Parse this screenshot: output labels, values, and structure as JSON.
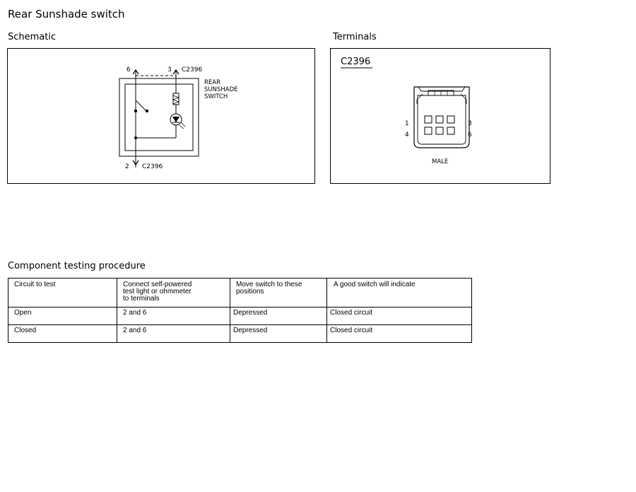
{
  "page": {
    "title": "Rear Sunshade switch"
  },
  "schematic": {
    "title": "Schematic",
    "pin_top_left": "6",
    "pin_top_right": "3",
    "connector_top": "C2396",
    "pin_bottom": "2",
    "connector_bottom": "C2396",
    "component_label_1": "REAR",
    "component_label_2": "SUNSHADE",
    "component_label_3": "SWITCH"
  },
  "terminals": {
    "title": "Terminals",
    "connector_id": "C2396",
    "pin_1": "1",
    "pin_4": "4",
    "pin_3": "3",
    "pin_6": "6",
    "gender": "MALE"
  },
  "procedure": {
    "title": "Component testing procedure",
    "headers": [
      "Circuit to test",
      "Connect self-powered\ntest light or ohmmeter\nto terminals",
      "Move switch to these\npositions",
      "A good switch will indicate"
    ],
    "rows": [
      [
        "Open",
        "2 and 6",
        "Depressed",
        "Closed circuit"
      ],
      [
        "Closed",
        "2 and 6",
        "Depressed",
        "Closed circuit"
      ]
    ]
  }
}
